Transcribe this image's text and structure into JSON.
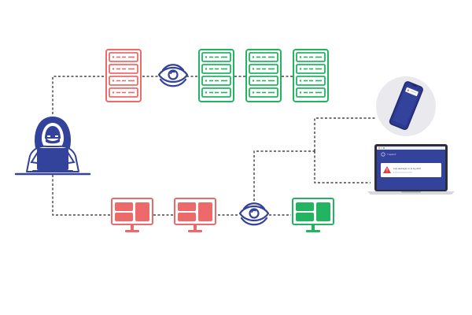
{
  "colors": {
    "compromised": "#ee6a6a",
    "compromised_fill": "#fde9e9",
    "safe": "#23b462",
    "safe_fill": "#e4f6ec",
    "navy": "#33429a",
    "connector": "#222222",
    "phone_bg": "#e9e9ee",
    "laptop_frame": "#2c2f38"
  },
  "icons": {
    "attacker": "hooded-hacker-icon",
    "shield": "eye-shield-icon",
    "server": "server-rack-icon",
    "monitor": "desktop-monitor-icon",
    "phone": "smartphone-icon",
    "laptop": "laptop-icon",
    "alert": "warning-triangle-icon"
  },
  "laptop_screen": {
    "brand": "TrapEXT",
    "alert_title": "Lapt Hashtagul: in 11 log 2022",
    "alert_subtitle": "Something detected in files"
  }
}
